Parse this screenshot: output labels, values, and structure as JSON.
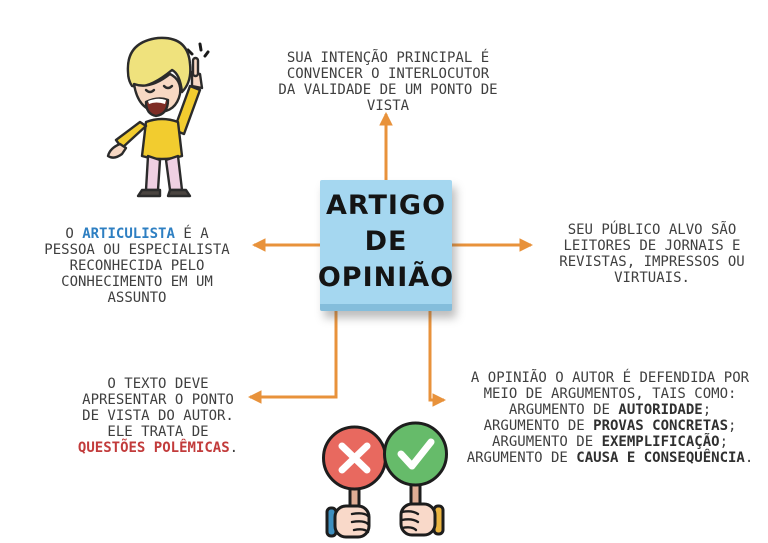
{
  "diagram": {
    "title": "Mapa mental: Artigo de Opinião",
    "background": "#ffffff"
  },
  "colors": {
    "arrow": "#E8923B",
    "center_box_fill": "#A5D7F0",
    "center_box_shadow": "#84BDDB",
    "body_text": "#3F3F3F",
    "highlight_blue": "#2E7FC2",
    "highlight_red": "#C23B3B",
    "paddle_red": "#E8695F",
    "paddle_green": "#66BB6A"
  },
  "center_box": {
    "lines": [
      "ARTIGO",
      "DE",
      "OPINIÃO"
    ]
  },
  "nodes": {
    "intention": {
      "text": "SUA INTENÇÃO PRINCIPAL É\nCONVENCER O INTERLOCUTOR\nDA VALIDADE DE UM PONTO DE\nVISTA"
    },
    "articulista": {
      "segments": [
        {
          "text": "O "
        },
        {
          "text": "ARTICULISTA",
          "style": "blue-bold"
        },
        {
          "text": " É A\nPESSOA OU ESPECIALISTA\nRECONHECIDA PELO\nCONHECIMENTO EM UM\nASSUNTO"
        }
      ]
    },
    "publico": {
      "text": "SEU PÚBLICO ALVO SÃO\nLEITORES DE JORNAIS E\nREVISTAS, IMPRESSOS OU\nVIRTUAIS."
    },
    "texto": {
      "segments": [
        {
          "text": "O TEXTO DEVE\nAPRESENTAR O PONTO\nDE VISTA DO AUTOR.\nELE TRATA DE\n"
        },
        {
          "text": "QUESTÕES POLÊMICAS",
          "style": "red-bold"
        },
        {
          "text": "."
        }
      ]
    },
    "argumentos": {
      "segments": [
        {
          "text": "A OPINIÃO O AUTOR É DEFENDIDA POR\nMEIO DE ARGUMENTOS, TAIS COMO:\nARGUMENTO DE "
        },
        {
          "text": "AUTORIDADE",
          "style": "bold"
        },
        {
          "text": ";\nARGUMENTO DE "
        },
        {
          "text": "PROVAS CONCRETAS",
          "style": "bold"
        },
        {
          "text": ";\nARGUMENTO DE "
        },
        {
          "text": "EXEMPLIFICAÇÃO",
          "style": "bold"
        },
        {
          "text": ";\nARGUMENTO DE "
        },
        {
          "text": "CAUSA E CONSEQUÊNCIA",
          "style": "bold"
        },
        {
          "text": "."
        }
      ]
    }
  },
  "icons": {
    "speaker": "speaking-person-icon",
    "reject": "red-cross-paddle-icon",
    "approve": "green-check-paddle-icon"
  }
}
